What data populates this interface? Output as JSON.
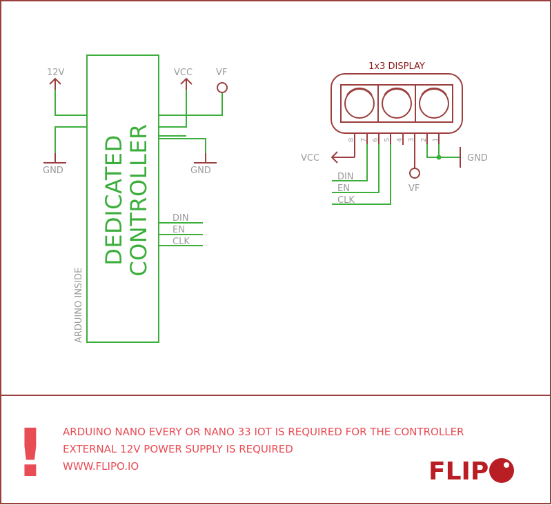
{
  "controller": {
    "title_line1": "DEDICATED",
    "title_line2": "CONTROLLER",
    "side_label": "ARDUINO INSIDE",
    "pins": {
      "v12": "12V",
      "vcc": "VCC",
      "vf": "VF",
      "gnd_left": "GND",
      "gnd_right": "GND",
      "din": "DIN",
      "en": "EN",
      "clk": "CLK"
    }
  },
  "display": {
    "title": "1x3 DISPLAY",
    "pin_numbers": [
      "8",
      "7",
      "6",
      "5",
      "4",
      "3",
      "2",
      "1"
    ],
    "labels": {
      "vcc": "VCC",
      "gnd": "GND",
      "vf": "VF",
      "din": "DIN",
      "en": "EN",
      "clk": "CLK"
    }
  },
  "notes": {
    "line1": "ARDUINO NANO EVERY OR NANO 33 IOT IS REQUIRED FOR THE CONTROLLER",
    "line2": "EXTERNAL 12V POWER SUPPLY IS REQUIRED",
    "line3": "WWW.FLIPO.IO",
    "exclamation": "!"
  },
  "logo": {
    "text": "FLIP"
  },
  "colors": {
    "frame": "#9b3e3e",
    "net": "#3cae3c",
    "symbol": "#9b3e3e",
    "label": "#9a9a9a",
    "note": "#e84c55",
    "logo": "#b81e23"
  }
}
